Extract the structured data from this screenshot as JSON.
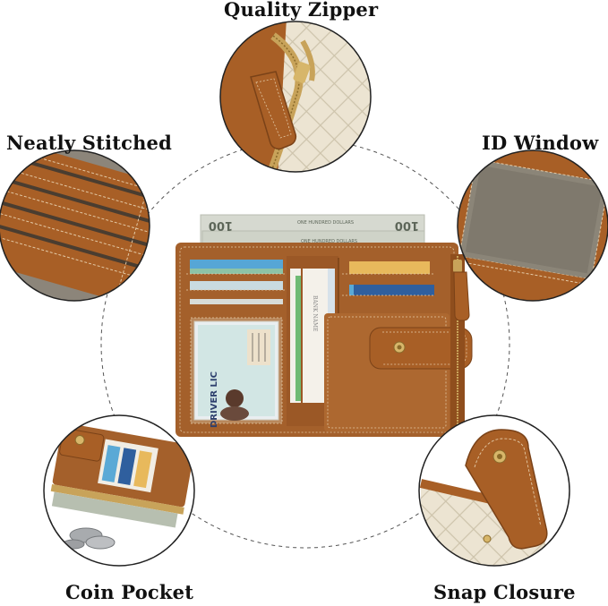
{
  "labels": {
    "quality_zipper": "Quality Zipper",
    "neatly_stitched": "Neatly Stitched",
    "id_window": "ID Window",
    "coin_pocket": "Coin Pocket",
    "snap_closure": "Snap Closure"
  },
  "banknote": {
    "denomination": "100",
    "text": "ONE HUNDRED DOLLARS"
  },
  "id_card": {
    "title": "DRIVER LIC"
  },
  "colors": {
    "leather": "#a4602b",
    "leather_dark": "#7a4218",
    "stitch": "#e3c9a6",
    "cream_quilt": "#ece4d2",
    "gold": "#c8a35a",
    "window_gray": "#8b8578",
    "banknote": "#d6d9d0"
  }
}
